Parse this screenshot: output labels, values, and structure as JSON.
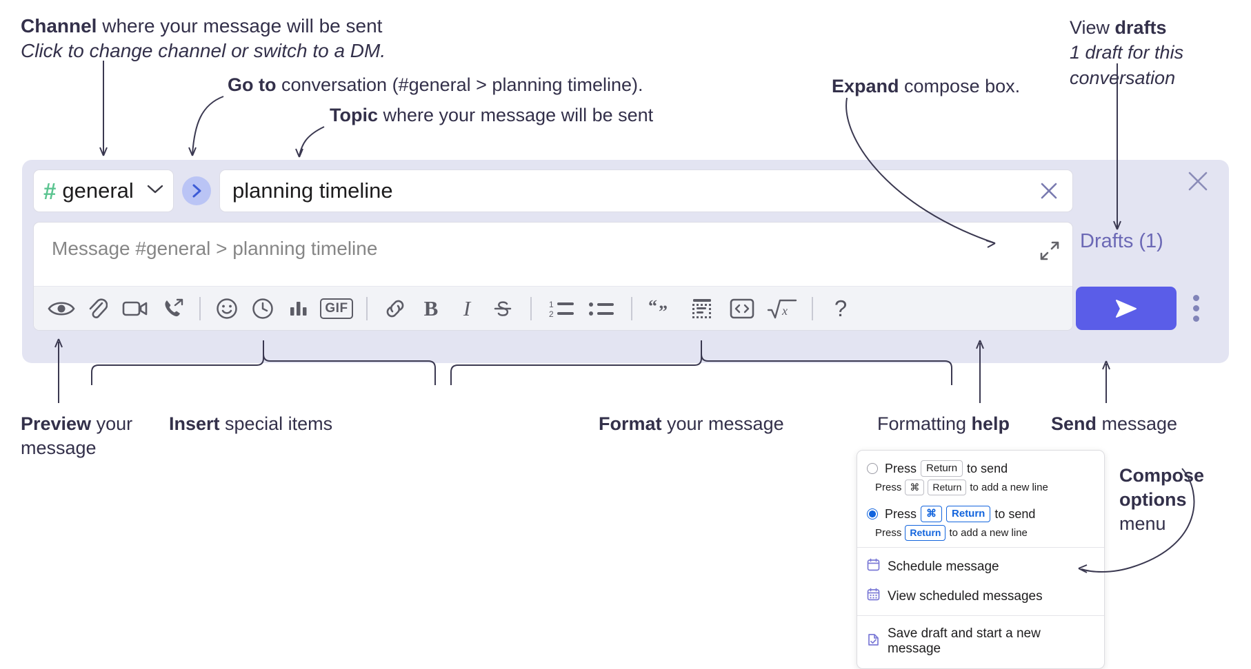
{
  "annotations": {
    "channel": {
      "bold": "Channel",
      "rest": " where your message will be sent",
      "italic": "Click to change channel or switch to a DM."
    },
    "goto": {
      "bold": "Go to",
      "rest": " conversation (#general > planning timeline)."
    },
    "topic": {
      "bold": "Topic",
      "rest": " where your message will be sent"
    },
    "expand": {
      "bold": "Expand",
      "rest": " compose box."
    },
    "drafts": {
      "plain": "View ",
      "bold": "drafts",
      "italic": "1 draft for this conversation"
    },
    "preview": {
      "bold": "Preview",
      "rest": " your message"
    },
    "insert": {
      "bold": "Insert",
      "rest": " special items"
    },
    "format": {
      "bold": "Format",
      "rest": " your message"
    },
    "help": {
      "plain": "Formatting ",
      "bold": "help"
    },
    "send": {
      "bold": "Send",
      "rest": " message"
    },
    "compose_options": {
      "bold": "Compose options",
      "rest": "menu"
    }
  },
  "compose": {
    "channel_name": "general",
    "hash_symbol": "#",
    "topic_value": "planning timeline",
    "message_placeholder": "Message #general > planning timeline",
    "drafts_label": "Drafts (1)",
    "toolbar": [
      {
        "name": "preview-icon",
        "label": "preview"
      },
      {
        "name": "attachment-icon",
        "label": "attach file"
      },
      {
        "name": "video-clip-icon",
        "label": "record video clip"
      },
      {
        "name": "audio-clip-icon",
        "label": "record audio clip"
      },
      {
        "name": "emoji-icon",
        "label": "emoji"
      },
      {
        "name": "clock-icon",
        "label": "reminder"
      },
      {
        "name": "poll-icon",
        "label": "poll"
      },
      {
        "name": "gif-icon",
        "label": "GIF"
      },
      {
        "name": "link-icon",
        "label": "link"
      },
      {
        "name": "bold-icon",
        "label": "B"
      },
      {
        "name": "italic-icon",
        "label": "I"
      },
      {
        "name": "strikethrough-icon",
        "label": "S"
      },
      {
        "name": "ordered-list-icon",
        "label": "ordered list"
      },
      {
        "name": "bulleted-list-icon",
        "label": "bulleted list"
      },
      {
        "name": "blockquote-icon",
        "label": "blockquote"
      },
      {
        "name": "code-block-icon",
        "label": "code block"
      },
      {
        "name": "code-icon",
        "label": "code"
      },
      {
        "name": "math-icon",
        "label": "math"
      },
      {
        "name": "help-icon",
        "label": "?"
      }
    ]
  },
  "menu": {
    "options": [
      {
        "selected": false,
        "main_prefix": "Press",
        "main_key": "Return",
        "main_suffix": "to send",
        "sub_prefix": "Press",
        "sub_key1": "⌘",
        "sub_key2": "Return",
        "sub_suffix": "to add a new line"
      },
      {
        "selected": true,
        "main_prefix": "Press",
        "main_key1": "⌘",
        "main_key2": "Return",
        "main_suffix": "to send",
        "sub_prefix": "Press",
        "sub_key": "Return",
        "sub_suffix": "to add a new line"
      }
    ],
    "items": [
      {
        "icon": "calendar-schedule-icon",
        "label": "Schedule message"
      },
      {
        "icon": "calendar-view-icon",
        "label": "View scheduled messages"
      },
      {
        "icon": "save-draft-icon",
        "label": "Save draft and start a new message"
      }
    ]
  },
  "colors": {
    "panel_bg": "#e3e4f2",
    "hash_green": "#5bc490",
    "goto_blue": "#bac4f5",
    "send_purple": "#5a5de8",
    "drafts_purple": "#6b68b5",
    "menu_accent_blue": "#1264dd",
    "menu_icon_purple": "#7b79d6"
  }
}
